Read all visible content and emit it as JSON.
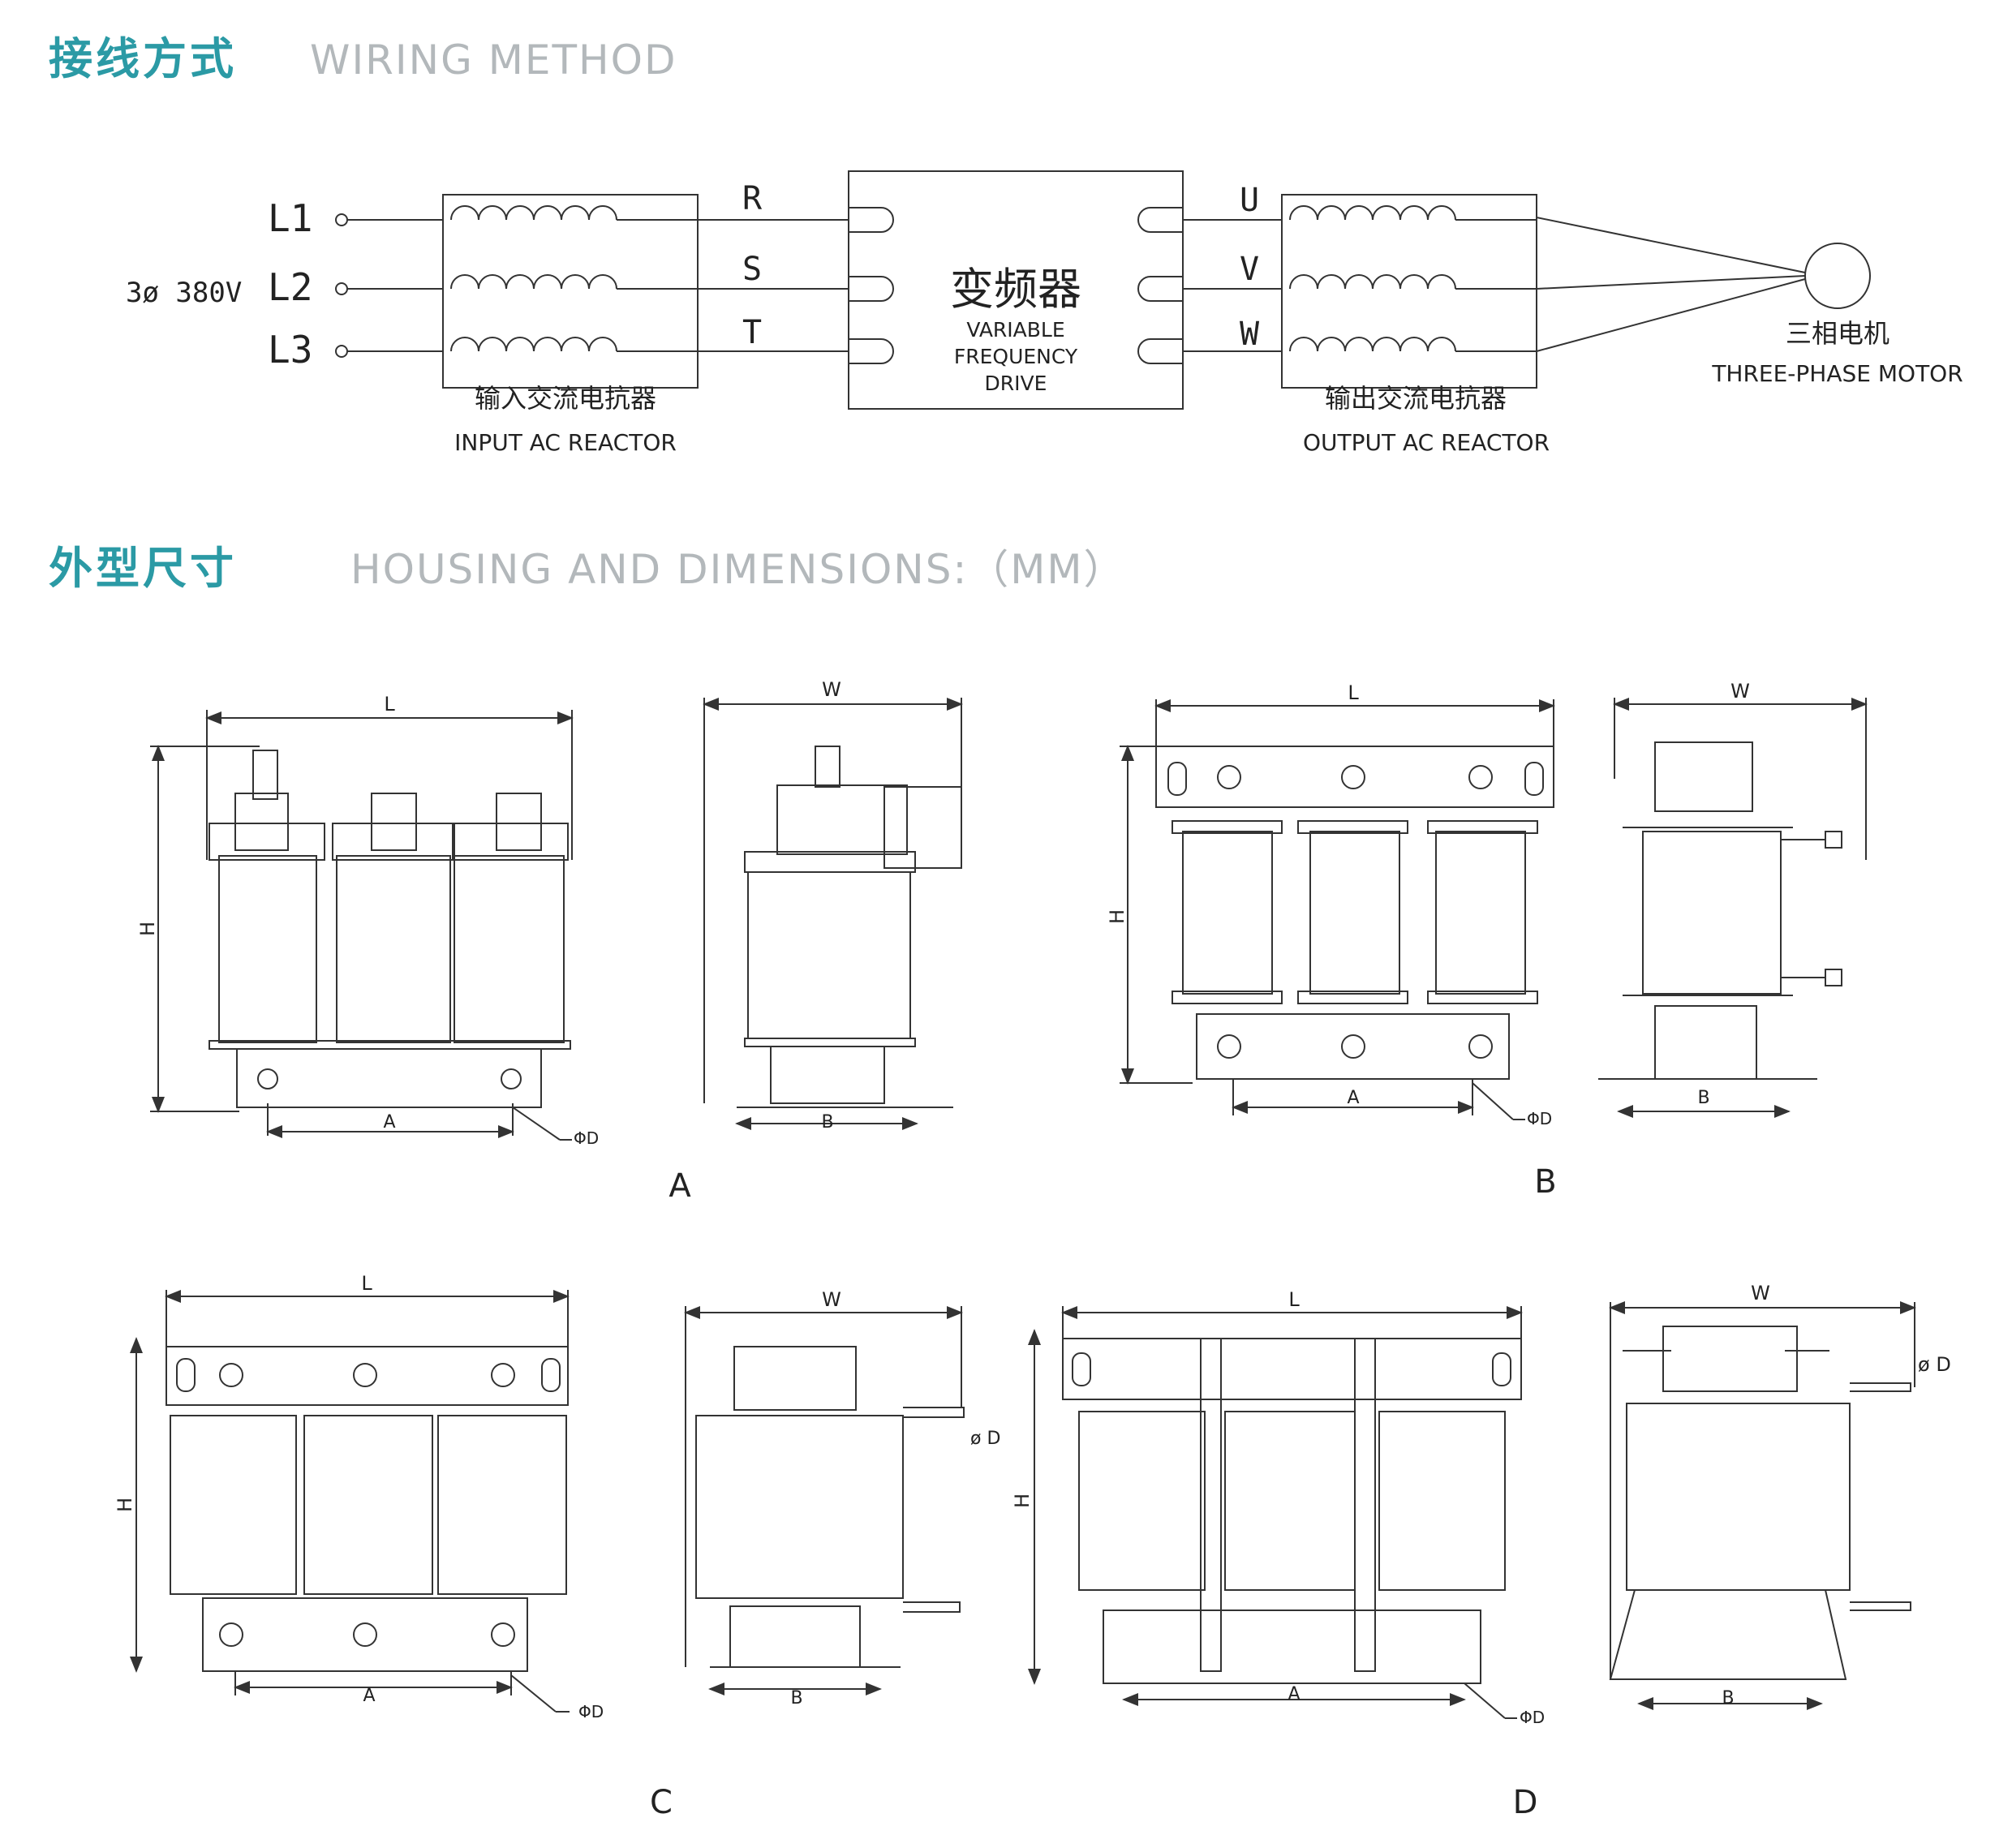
{
  "sections": {
    "wiring": {
      "title_zh": "接线方式",
      "title_en": "WIRING METHOD"
    },
    "housing": {
      "title_zh": "外型尺寸",
      "title_en": "HOUSING AND DIMENSIONS:（MM）"
    }
  },
  "wiring_diagram": {
    "supply_label": "3ø 380V",
    "line_labels": [
      "L1",
      "L2",
      "L3"
    ],
    "drive_input_labels": [
      "R",
      "S",
      "T"
    ],
    "drive_output_labels": [
      "U",
      "V",
      "W"
    ],
    "input_reactor": {
      "label_zh": "输入交流电抗器",
      "label_en": "INPUT AC REACTOR"
    },
    "drive": {
      "label_zh": "变频器",
      "label_en_1": "VARIABLE",
      "label_en_2": "FREQUENCY",
      "label_en_3": "DRIVE"
    },
    "output_reactor": {
      "label_zh": "输出交流电抗器",
      "label_en": "OUTPUT AC REACTOR"
    },
    "motor": {
      "label_zh": "三相电机",
      "label_en": "THREE-PHASE MOTOR"
    }
  },
  "dimension_labels": {
    "L": "L",
    "W": "W",
    "H": "H",
    "A": "A",
    "B": "B",
    "PhiD": "ΦD",
    "PhiD_alt": "ø D"
  },
  "housing_types": [
    "A",
    "B",
    "C",
    "D"
  ]
}
